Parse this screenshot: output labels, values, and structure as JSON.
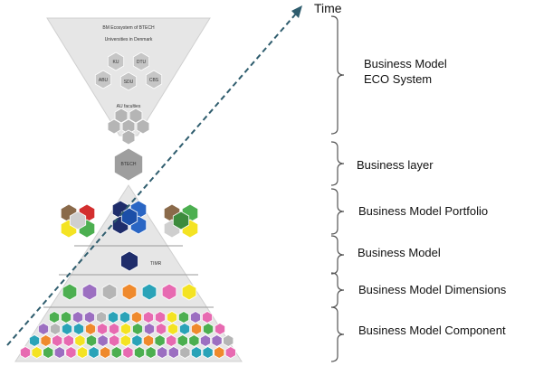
{
  "axis_label": "Time",
  "top_funnel": {
    "caption": "BM Ecosystem of BTECH",
    "universities_label": "Universities in Denmark",
    "universities": [
      "KU",
      "DTU",
      "ABU",
      "SDU",
      "CBS"
    ],
    "faculties_label": "AU faculties",
    "bottleneck_label": "BTECH"
  },
  "portfolio_label_inner": "TIMR",
  "levels": [
    {
      "id": "ecosystem",
      "label_lines": [
        "Business Model",
        "ECO System"
      ]
    },
    {
      "id": "layer",
      "label_lines": [
        "Business layer"
      ]
    },
    {
      "id": "portfolio",
      "label_lines": [
        "Business Model Portfolio"
      ]
    },
    {
      "id": "model",
      "label_lines": [
        "Business Model"
      ]
    },
    {
      "id": "dimensions",
      "label_lines": [
        "Business Model Dimensions"
      ]
    },
    {
      "id": "component",
      "label_lines": [
        "Business Model Component"
      ]
    }
  ],
  "colors": {
    "funnel_fill": "#e6e6e6",
    "hex_grey": "#b5b5b5",
    "navy": "#1f2d6b",
    "blue": "#2a66c4",
    "red": "#d32f2f",
    "green": "#4caf50",
    "yellow": "#f4e323",
    "purple": "#9c6fc1",
    "orange": "#ef8a2d",
    "teal": "#2aa3b8",
    "pink": "#e76ab1",
    "dashed_line": "#2f5d6e"
  }
}
